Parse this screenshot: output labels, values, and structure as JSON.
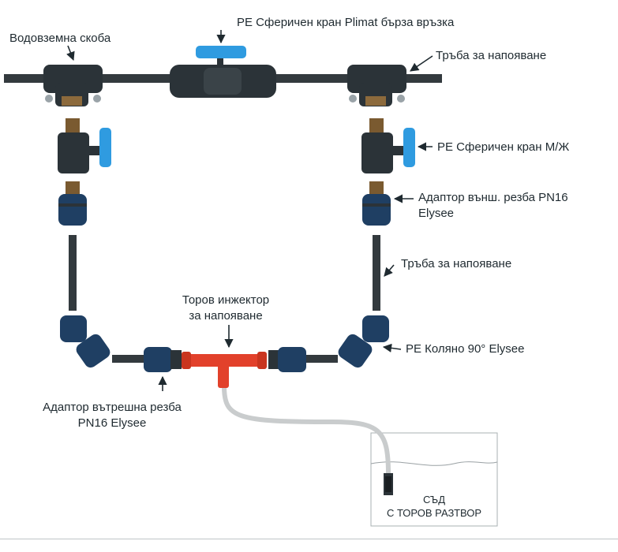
{
  "labels": {
    "valve_top": "PE Сферичен кран Plimat бърза връзка",
    "saddle": "Водовземна скоба",
    "pipe_top": "Тръба за напояване",
    "valve_side": "PE Сферичен кран М/Ж",
    "adapter_ext_line1": "Адаптор външ. резба PN16",
    "adapter_ext_line2": "Elysee",
    "pipe_right": "Тръба за напояване",
    "injector_line1": "Торов инжектор",
    "injector_line2": "за напояване",
    "elbow": "PE Коляно 90° Elysee",
    "adapter_int_line1": "Адаптор вътрешна резба",
    "adapter_int_line2": "PN16 Elysee",
    "tank_line1": "СЪД",
    "tank_line2": "С ТОРОВ РАЗТВОР"
  },
  "colors": {
    "pipe": "#333a3e",
    "fitting": "#2b3338",
    "fitting_blue": "#1f3f63",
    "valve_handle": "#2f9be0",
    "injector": "#e2412b",
    "hose": "#c9cccd"
  }
}
